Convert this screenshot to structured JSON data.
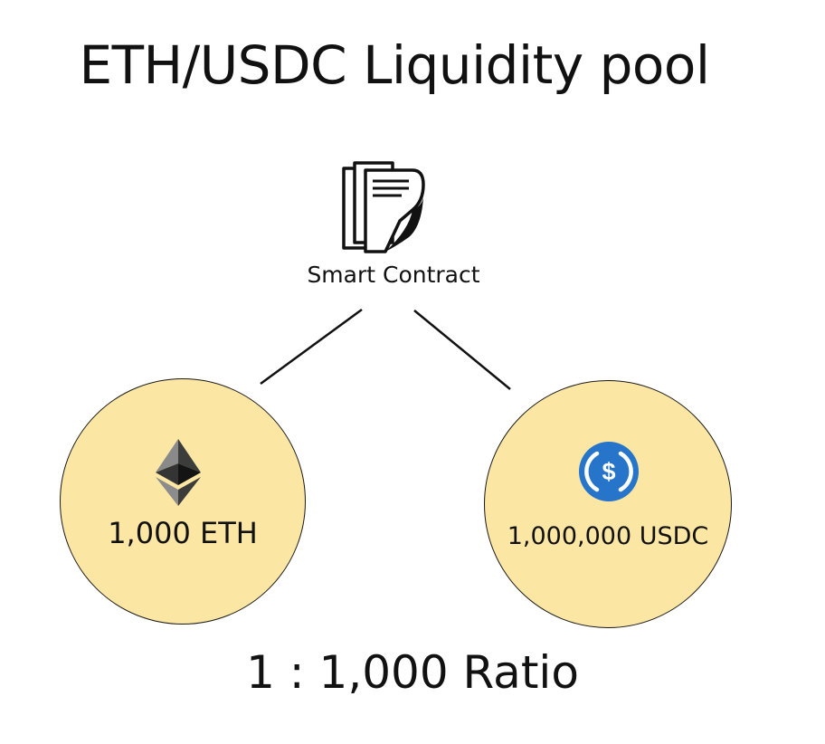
{
  "title": "ETH/USDC Liquidity pool",
  "contract": {
    "label": "Smart Contract",
    "icon": "document-stack-icon"
  },
  "pools": [
    {
      "token": "ETH",
      "amount_label": "1,000 ETH",
      "icon": "ethereum-icon",
      "fill_color": "#fbe6a3"
    },
    {
      "token": "USDC",
      "amount_label": "1,000,000 USDC",
      "icon": "usdc-icon",
      "fill_color": "#fbe6a3"
    }
  ],
  "ratio_label": "1 : 1,000 Ratio",
  "colors": {
    "pool_fill": "#fbe6a3",
    "usdc_blue": "#2775ca",
    "ink": "#111111"
  }
}
